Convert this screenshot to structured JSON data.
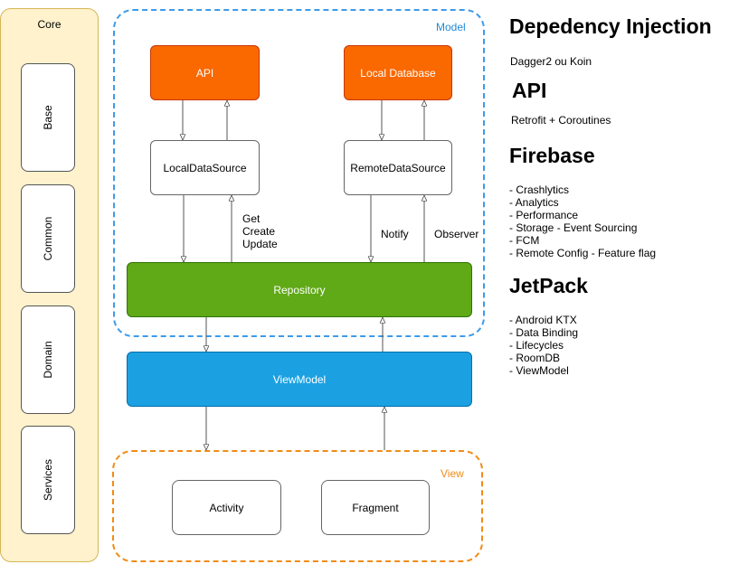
{
  "core": {
    "title": "Core",
    "items": [
      "Base",
      "Common",
      "Domain",
      "Services"
    ]
  },
  "model": {
    "label": "Model",
    "api": "API",
    "local_database": "Local Database",
    "local_data_source": "LocalDataSource",
    "remote_data_source": "RemoteDataSource",
    "repository": "Repository",
    "edge_get_create_update": [
      "Get",
      "Create",
      "Update"
    ],
    "edge_notify": "Notify",
    "edge_observer": "Observer"
  },
  "viewmodel": "ViewModel",
  "view": {
    "label": "View",
    "activity": "Activity",
    "fragment": "Fragment"
  },
  "notes": {
    "di_title": "Depedency Injection",
    "di_text": "Dagger2 ou Koin",
    "api_title": "API",
    "api_text": "Retrofit + Coroutines",
    "firebase_title": "Firebase",
    "firebase_items": [
      "- Crashlytics",
      "- Analytics",
      "- Performance",
      "- Storage - Event Sourcing",
      "- FCM",
      "- Remote Config - Feature flag"
    ],
    "jetpack_title": "JetPack",
    "jetpack_items": [
      "- Android KTX",
      "- Data Binding",
      "- Lifecycles",
      "- RoomDB",
      "- ViewModel"
    ]
  }
}
